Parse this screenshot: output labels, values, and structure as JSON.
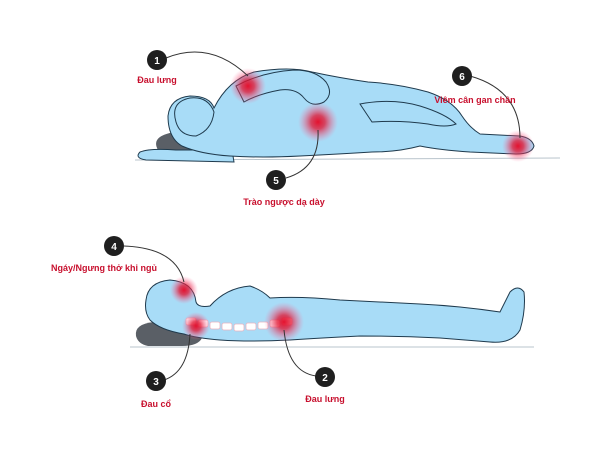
{
  "colors": {
    "body_fill": "#a8dcf7",
    "body_stroke": "#1f3a4d",
    "pillow": "#5a5f66",
    "hotspot": "#e3122f",
    "badge": "#1f1f1f",
    "label": "#c8102e",
    "leader": "#333333"
  },
  "callouts": [
    {
      "number": "1",
      "label": "Đau lưng"
    },
    {
      "number": "2",
      "label": "Đau lưng"
    },
    {
      "number": "3",
      "label": "Đau cổ"
    },
    {
      "number": "4",
      "label": "Ngáy/Ngưng thở khi ngủ"
    },
    {
      "number": "5",
      "label": "Trào ngược dạ dày"
    },
    {
      "number": "6",
      "label": "Viêm cân gan chân"
    }
  ]
}
